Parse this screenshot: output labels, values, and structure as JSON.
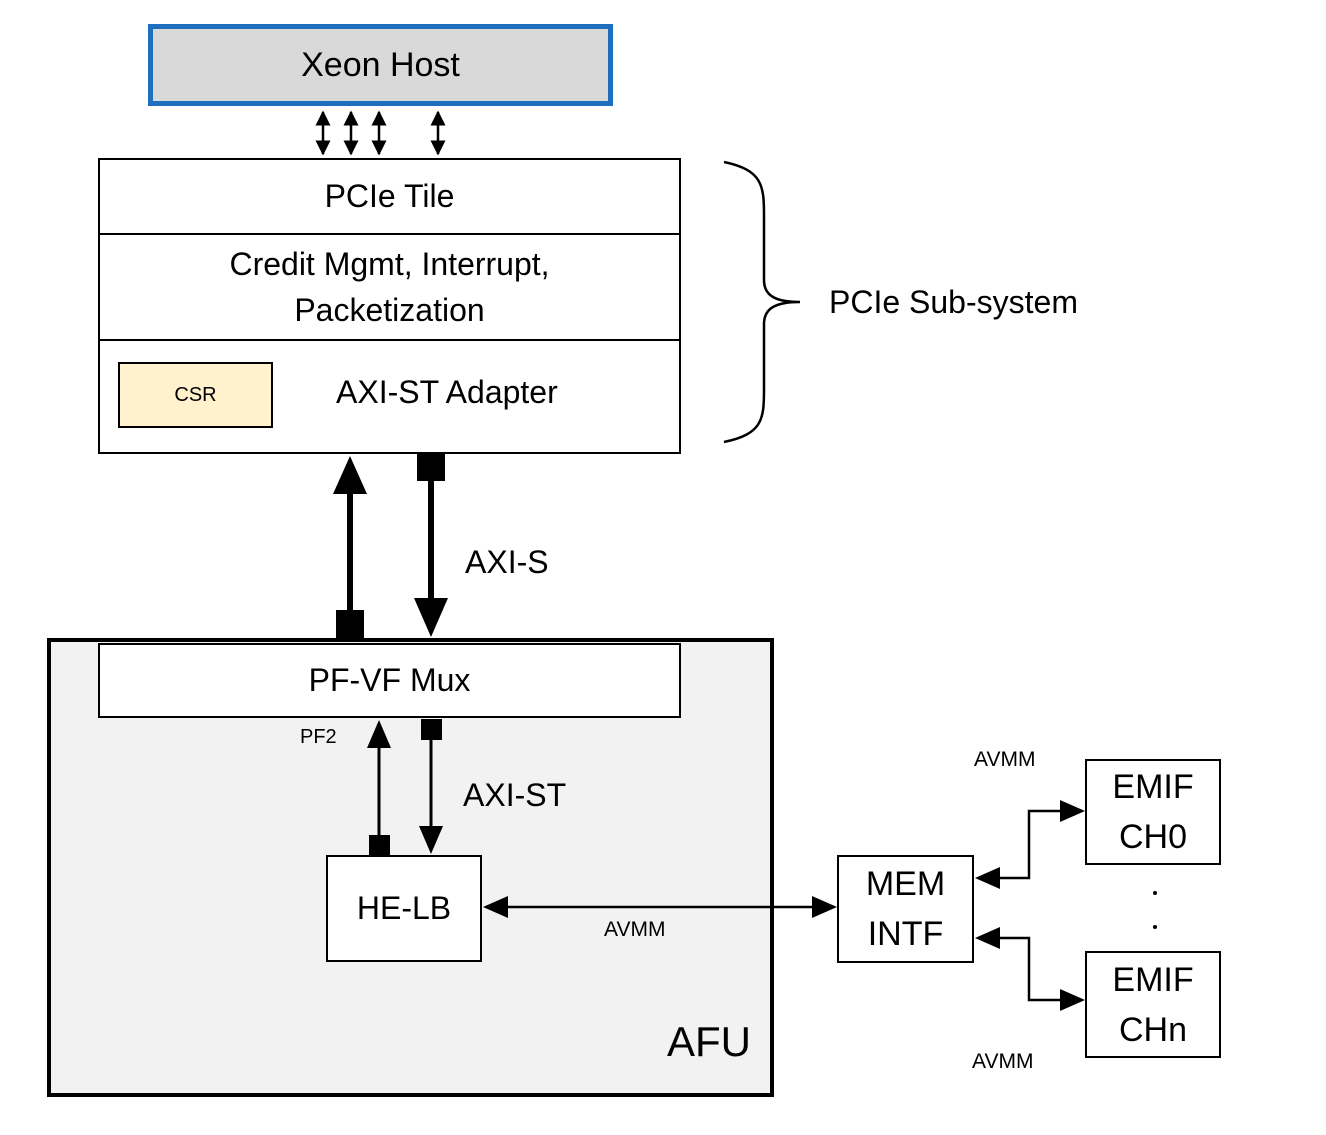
{
  "blocks": {
    "xeon_host": "Xeon Host",
    "pcie_tile": "PCIe Tile",
    "credit_line1": "Credit Mgmt, Interrupt,",
    "credit_line2": "Packetization",
    "csr": "CSR",
    "axist_adapter": "AXI-ST Adapter",
    "pf_vf_mux": "PF-VF Mux",
    "he_lb": "HE-LB",
    "mem_intf_line1": "MEM",
    "mem_intf_line2": "INTF",
    "emif0_line1": "EMIF",
    "emif0_line2": "CH0",
    "emifn_line1": "EMIF",
    "emifn_line2": "CHn",
    "afu": "AFU"
  },
  "labels": {
    "pcie_subsystem": "PCIe Sub-system",
    "axi_s": "AXI-S",
    "axi_st": "AXI-ST",
    "pf2": "PF2",
    "avmm_helb": "AVMM",
    "avmm_top": "AVMM",
    "avmm_bottom": "AVMM"
  },
  "colors": {
    "host_border": "#1f6fbf",
    "host_fill": "#d9d9d9",
    "csr_fill": "#fff2cc",
    "afu_fill": "#f2f2f2"
  }
}
